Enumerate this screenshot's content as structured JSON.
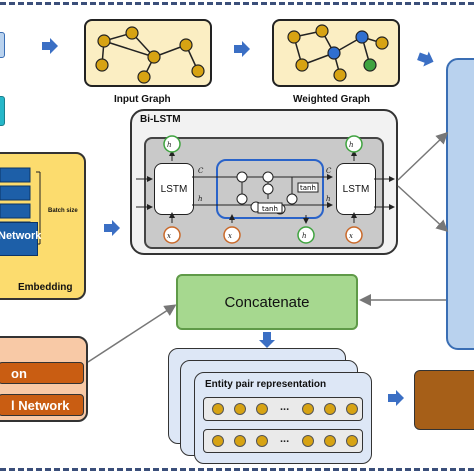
{
  "graphs": {
    "input_caption": "Input Graph",
    "weighted_caption": "Weighted Graph"
  },
  "bilstm": {
    "title": "Bi-LSTM",
    "lstm_left": "LSTM",
    "lstm_right": "LSTM",
    "tanh_top": "tanh",
    "tanh_mid": "tanh",
    "h_prev_top": "h",
    "h_next_top": "h",
    "x_prev": "x",
    "x_t": "x",
    "h_t": "h",
    "x_next": "x",
    "c_prev": "C",
    "c_t": "C",
    "h_prev": "h",
    "h_out": "h"
  },
  "embedding": {
    "title": "Embedding",
    "batch_label": "Batch size",
    "network_label": "Network"
  },
  "concatenate": {
    "label": "Concatenate"
  },
  "left_buttons": {
    "top": "on",
    "bottom": "l Network"
  },
  "entity": {
    "card_title": "Entity pair representation",
    "ellipsis": "..."
  },
  "colors": {
    "graph_fill": "#fbeec3",
    "node": "#d7a313",
    "node_blue": "#2f6fd1",
    "node_green": "#3fa33f",
    "embedding_fill": "#fcdc6e",
    "concat_fill": "#a6d88f",
    "orange_panel": "#f8c9a6",
    "orange_button": "#c95d12",
    "card_fill": "#dde7f6",
    "side_panel": "#b9d2ee",
    "brown_box": "#a65f18",
    "arrow": "#3b6fc4"
  }
}
